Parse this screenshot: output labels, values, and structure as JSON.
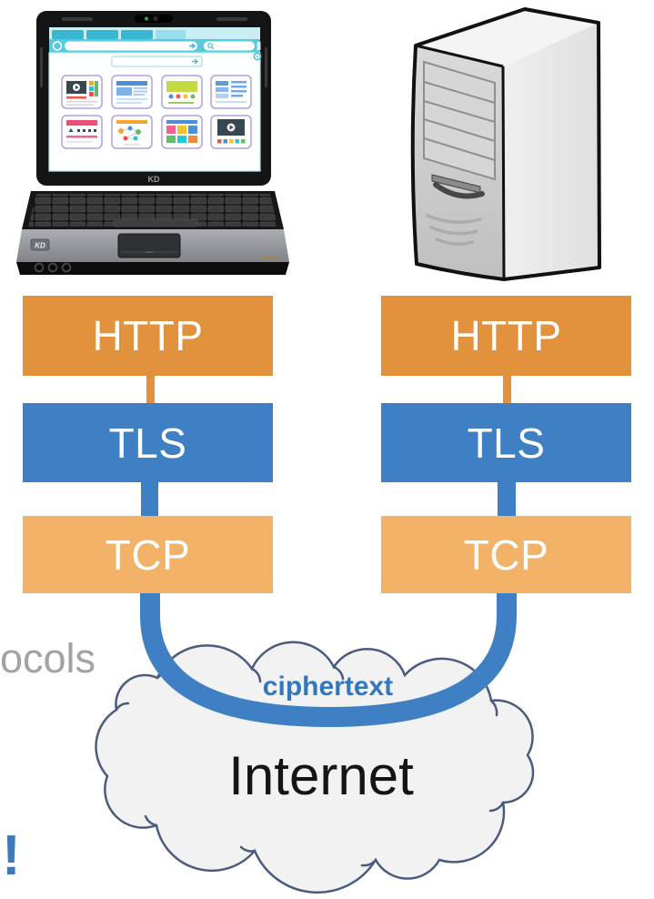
{
  "palette": {
    "http_orange": "#E2913D",
    "tcp_orange": "#F2B267",
    "tls_blue": "#3E80C3",
    "ciphertext_blue": "#3378BE",
    "cloud_fill": "#F2F2F2",
    "cloud_outline": "#4A5B7D",
    "text_gray": "#A3A3A3",
    "exclaim_blue": "#3A7ABD",
    "internet_black": "#151515",
    "browser_teal": "#38B7CF"
  },
  "client": {
    "device": "laptop-with-browser",
    "brand": "KD",
    "stack": [
      {
        "label": "HTTP"
      },
      {
        "label": "TLS"
      },
      {
        "label": "TCP"
      }
    ]
  },
  "server": {
    "device": "server-tower",
    "stack": [
      {
        "label": "HTTP"
      },
      {
        "label": "TLS"
      },
      {
        "label": "TCP"
      }
    ]
  },
  "cloud": {
    "label": "Internet",
    "annotation": "ciphertext"
  },
  "fragments": {
    "left_text": "ocols",
    "exclamation": "!"
  }
}
